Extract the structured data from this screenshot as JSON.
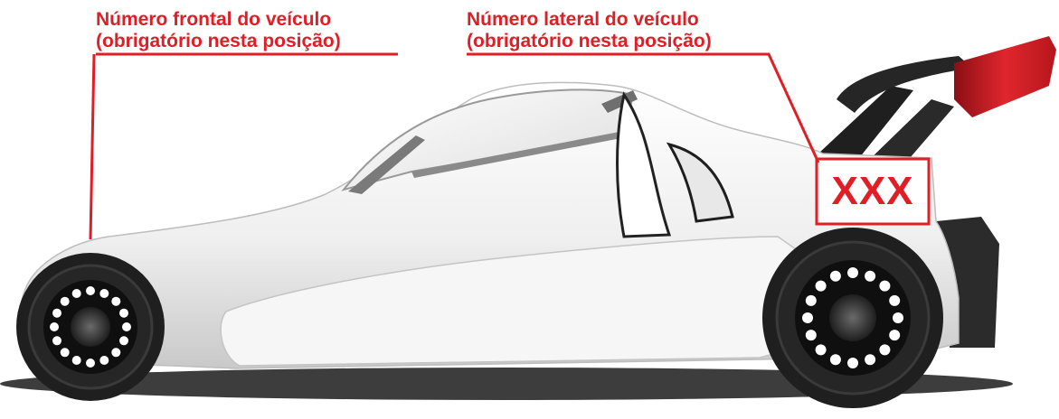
{
  "callouts": {
    "front": {
      "line1": "Número frontal do veículo",
      "line2": "(obrigatório nesta posição)"
    },
    "side": {
      "line1": "Número lateral do veículo",
      "line2": "(obrigatório nesta posição)"
    }
  },
  "side_number_placeholder": "XXX",
  "colors": {
    "callout_red": "#e01e26",
    "car_body": "#f2f2f2",
    "wing_red": "#d31f26",
    "tire": "#2a2a2a"
  }
}
